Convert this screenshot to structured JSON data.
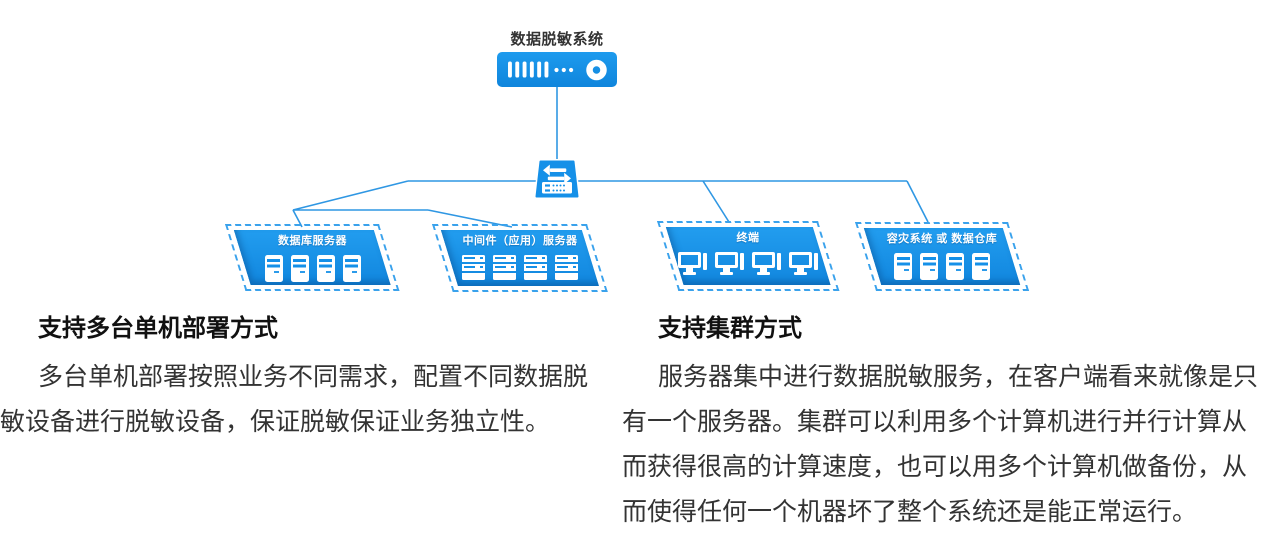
{
  "diagram": {
    "root": {
      "label": "数据脱敏系统"
    },
    "groups": [
      {
        "label": "数据库服务器",
        "icon": "tower-server-icon"
      },
      {
        "label": "中间件（应用）服务器",
        "icon": "rack-server-icon"
      },
      {
        "label": "终端",
        "icon": "monitor-icon"
      },
      {
        "label": "容灾系统 或 数据仓库",
        "icon": "tower-server-icon"
      }
    ],
    "colors": {
      "primary": "#1590E8",
      "line": "#2F97E3",
      "dash_border": "#3AA2EC"
    }
  },
  "sections": [
    {
      "heading": "支持多台单机部署方式",
      "body": "多台单机部署按照业务不同需求，配置不同数据脱\n敏设备进行脱敏设备，保证脱敏保证业务独立性。"
    },
    {
      "heading": "支持集群方式",
      "body": "服务器集中进行数据脱敏服务，在客户端看来就像是只\n有一个服务器。集群可以利用多个计算机进行并行计算从\n而获得很高的计算速度，也可以用多个计算机做备份，从\n而使得任何一个机器坏了整个系统还是能正常运行。"
    }
  ]
}
